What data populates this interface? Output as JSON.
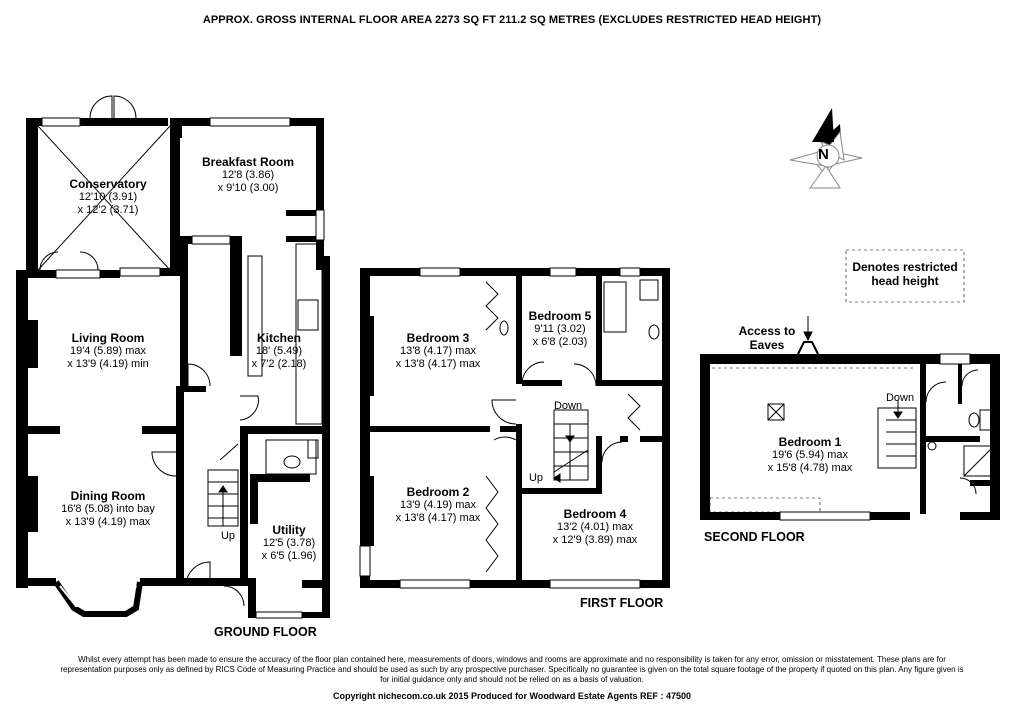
{
  "header": "APPROX. GROSS INTERNAL FLOOR AREA 2273 SQ FT 211.2 SQ METRES (EXCLUDES RESTRICTED HEAD HEIGHT)",
  "compass_letter": "N",
  "legend_text": "Denotes restricted head height",
  "access_label": "Access to Eaves",
  "floors": {
    "ground": "GROUND FLOOR",
    "first": "FIRST FLOOR",
    "second": "SECOND FLOOR"
  },
  "rooms": {
    "conservatory": {
      "name": "Conservatory",
      "l1": "12'10 (3.91)",
      "l2": "x 12'2 (3.71)"
    },
    "breakfast": {
      "name": "Breakfast Room",
      "l1": "12'8 (3.86)",
      "l2": "x 9'10 (3.00)"
    },
    "living": {
      "name": "Living Room",
      "l1": "19'4 (5.89) max",
      "l2": "x 13'9 (4.19) min"
    },
    "kitchen": {
      "name": "Kitchen",
      "l1": "18' (5.49)",
      "l2": "x 7'2 (2.18)"
    },
    "dining": {
      "name": "Dining Room",
      "l1": "16'8 (5.08) into bay",
      "l2": "x 13'9 (4.19) max"
    },
    "utility": {
      "name": "Utility",
      "l1": "12'5 (3.78)",
      "l2": "x 6'5 (1.96)"
    },
    "bedroom3": {
      "name": "Bedroom 3",
      "l1": "13'8 (4.17) max",
      "l2": "x 13'8 (4.17) max"
    },
    "bedroom5": {
      "name": "Bedroom 5",
      "l1": "9'11 (3.02)",
      "l2": "x 6'8 (2.03)"
    },
    "bedroom2": {
      "name": "Bedroom 2",
      "l1": "13'9 (4.19) max",
      "l2": "x 13'8 (4.17) max"
    },
    "bedroom4": {
      "name": "Bedroom 4",
      "l1": "13'2 (4.01) max",
      "l2": "x 12'9 (3.89) max"
    },
    "bedroom1": {
      "name": "Bedroom 1",
      "l1": "19'6 (5.94) max",
      "l2": "x 15'8 (4.78) max"
    }
  },
  "stair_labels": {
    "ground_up": "Up",
    "first_down": "Down",
    "first_up": "Up",
    "second_down": "Down"
  },
  "disclaimer": "Whilst every attempt has been made to ensure the accuracy of the floor plan contained here, measurements of doors, windows and rooms are approximate and no responsibility is taken for any error, omission or misstatement. These plans are for representation purposes only as defined by RICS Code of Measuring Practice and should be used as such by any prospective purchaser. Specifically no guarantee is given on the total square footage of the property if quoted on this plan. Any figure given is for initial guidance only and should not be relied on as a basis of valuation.",
  "footer": "Copyright nichecom.co.uk 2015     Produced for Woodward Estate Agents     REF : 47500"
}
